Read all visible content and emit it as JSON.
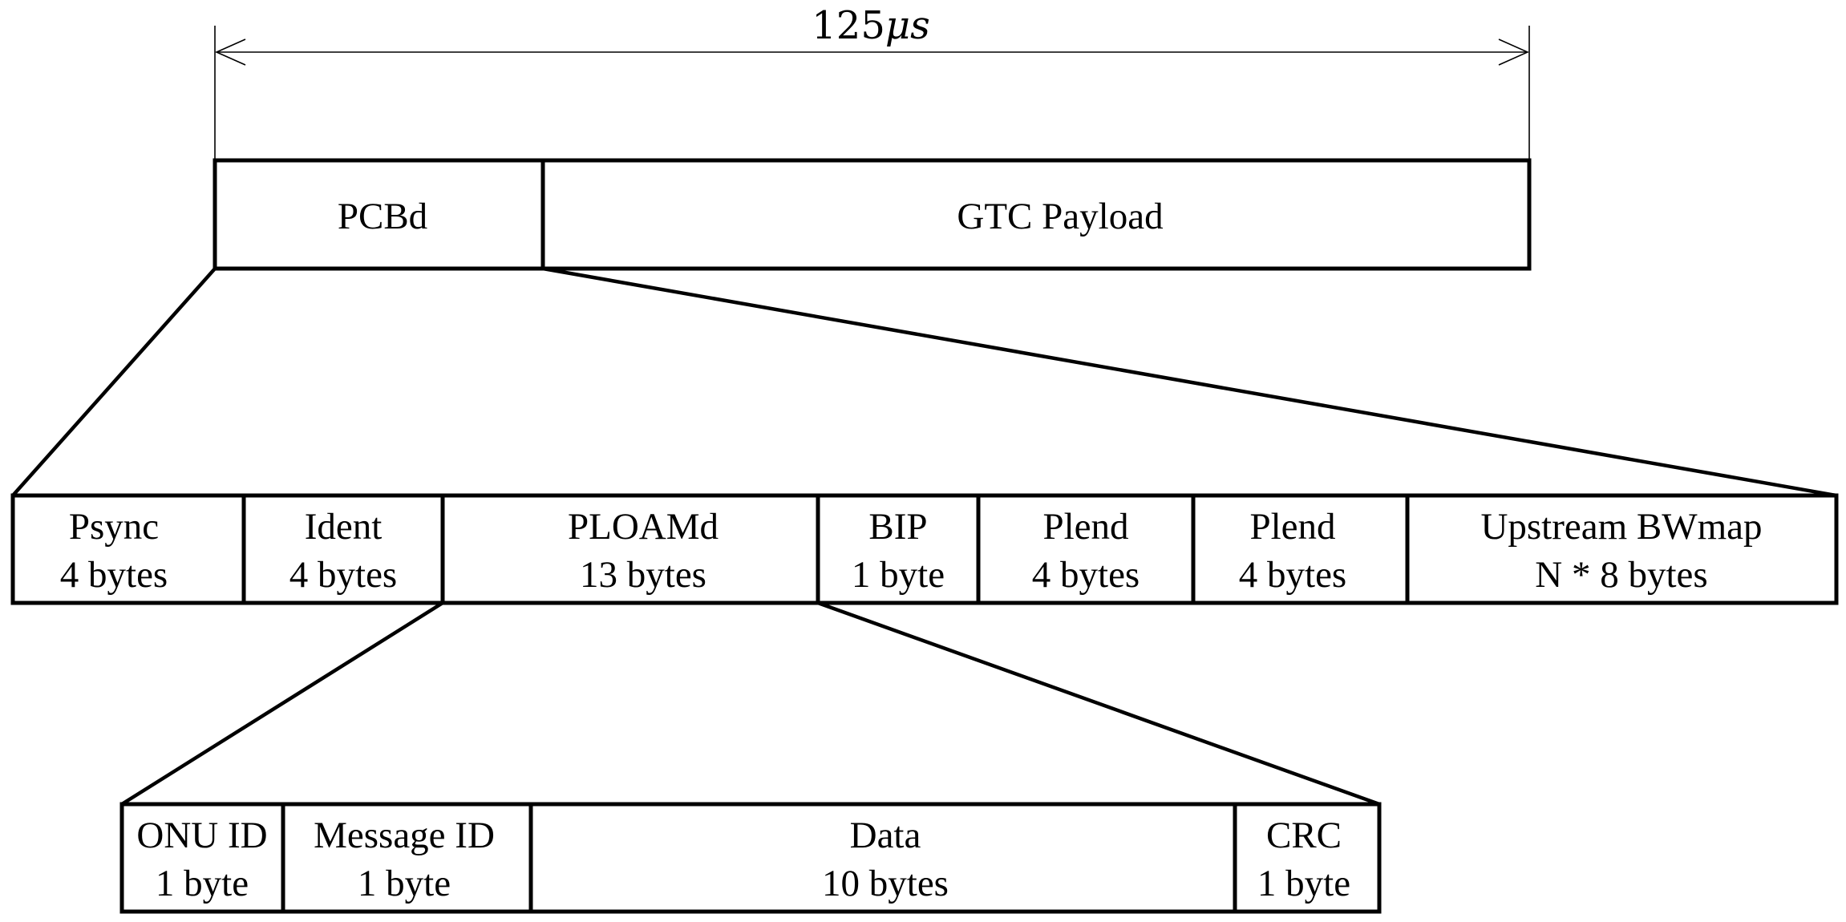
{
  "duration": {
    "value": "125",
    "unit": "μs"
  },
  "frame": {
    "fields": [
      {
        "name": "PCBd"
      },
      {
        "name": "GTC Payload"
      }
    ]
  },
  "pcbd": {
    "fields": [
      {
        "name": "Psync",
        "size": "4 bytes"
      },
      {
        "name": "Ident",
        "size": "4 bytes"
      },
      {
        "name": "PLOAMd",
        "size": "13 bytes"
      },
      {
        "name": "BIP",
        "size": "1 byte"
      },
      {
        "name": "Plend",
        "size": "4 bytes"
      },
      {
        "name": "Plend",
        "size": "4 bytes"
      },
      {
        "name": "Upstream BWmap",
        "size": "N * 8 bytes"
      }
    ]
  },
  "ploamd": {
    "fields": [
      {
        "name": "ONU ID",
        "size": "1 byte"
      },
      {
        "name": "Message ID",
        "size": "1 byte"
      },
      {
        "name": "Data",
        "size": "10 bytes"
      },
      {
        "name": "CRC",
        "size": "1 byte"
      }
    ]
  }
}
